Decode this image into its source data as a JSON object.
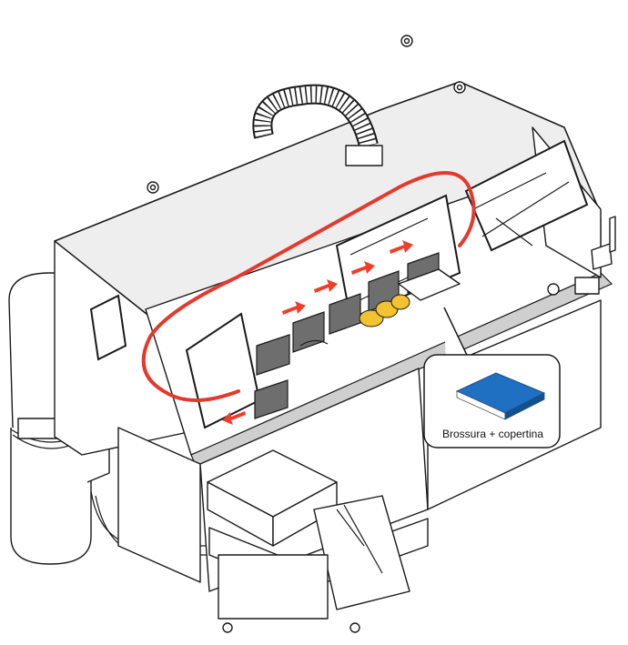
{
  "callout": {
    "label": "Brossura + copertina"
  },
  "colors": {
    "flow_path": "#e23a2e",
    "arrow": "#f03c2a",
    "book_cover": "#1f6fc2",
    "book_cover_dark": "#174f8c",
    "book_pages": "#ffffff",
    "line": "#1a1a1a",
    "panel_fill": "#ffffff",
    "hood_fill": "#eeeeee",
    "clamp_plate": "#6e6e6e",
    "glue_roller": "#f2c230",
    "accent_shade": "#cfcfcf"
  },
  "icons": [
    "flow-loop",
    "direction-arrow",
    "book-icon",
    "lifting-eye",
    "duct-hose"
  ]
}
